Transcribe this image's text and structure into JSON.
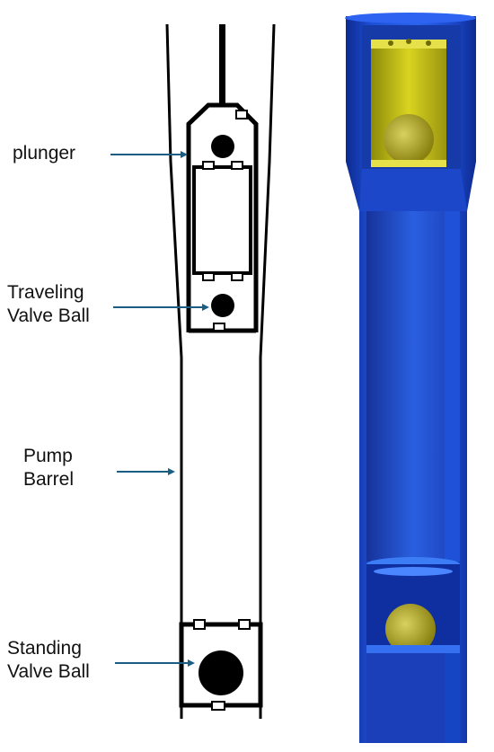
{
  "labels": {
    "plunger": "plunger",
    "traveling_line1": "Traveling",
    "traveling_line2": "Valve Ball",
    "pump_line1": "Pump",
    "pump_line2": "Barrel",
    "standing_line1": "Standing",
    "standing_line2": "Valve Ball"
  },
  "colors": {
    "outline": "#000000",
    "arrow": "#1b5e84",
    "barrel_blue": "#1e4fd6",
    "barrel_dark": "#0d2a8f",
    "plunger_yellow": "#c9c414",
    "ball_olive": "#a8a020"
  }
}
